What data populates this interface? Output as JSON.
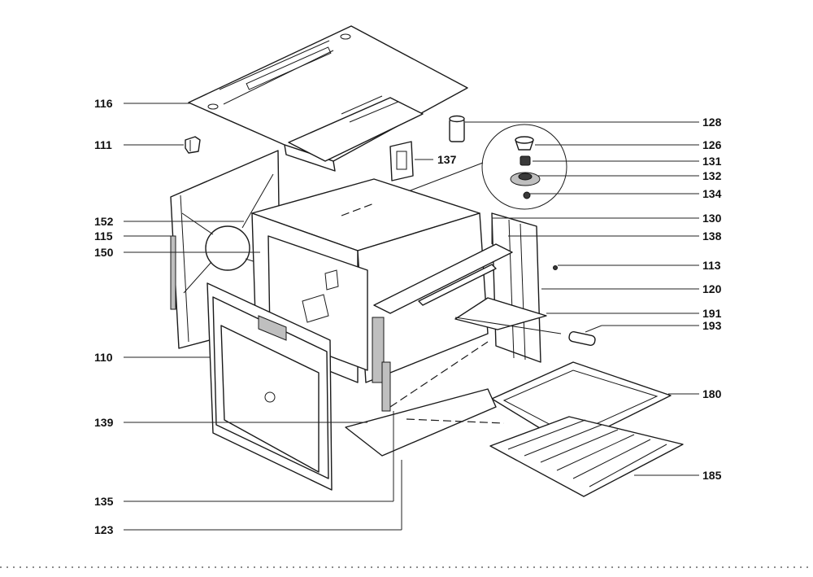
{
  "callouts": {
    "c116": "116",
    "c111": "111",
    "c137": "137",
    "c128": "128",
    "c126": "126",
    "c131": "131",
    "c132": "132",
    "c134": "134",
    "c152": "152",
    "c115": "115",
    "c150": "150",
    "c130": "130",
    "c138": "138",
    "c113": "113",
    "c120": "120",
    "c191": "191",
    "c193": "193",
    "c110": "110",
    "c180": "180",
    "c139": "139",
    "c185": "185",
    "c135": "135",
    "c123": "123"
  }
}
